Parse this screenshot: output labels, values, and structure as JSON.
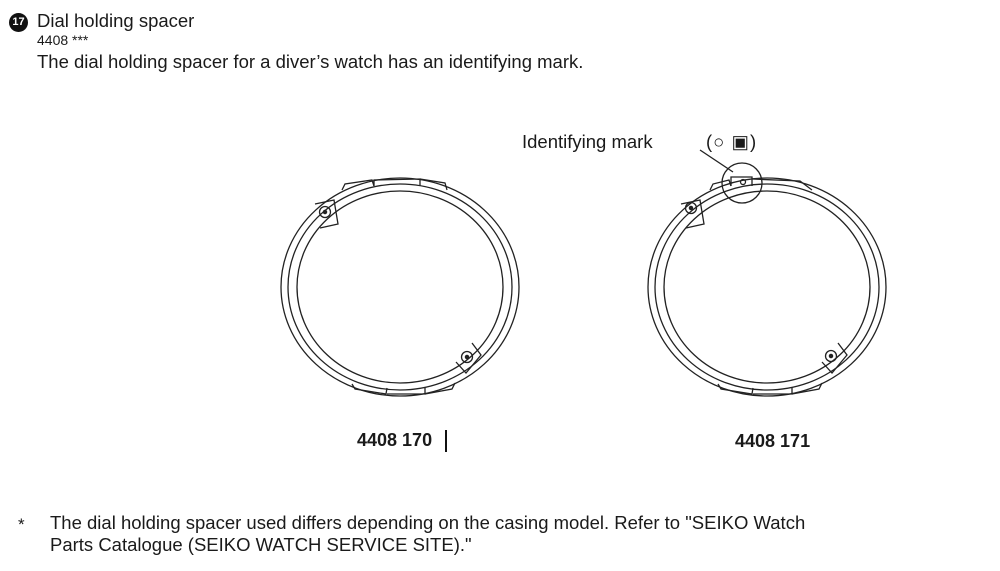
{
  "section": {
    "number": "17",
    "title": "Dial holding spacer",
    "code": "4408 ***",
    "description": "The dial holding spacer for a diver’s watch has an identifying mark."
  },
  "figures": [
    {
      "part_number": "4408 170"
    },
    {
      "part_number": "4408 171"
    }
  ],
  "callout": {
    "label": "Identifying mark",
    "symbols": "(○ ▣)"
  },
  "note": {
    "marker": "*",
    "line1": "The dial holding spacer used differs depending on the casing model.  Refer to \"SEIKO Watch",
    "line2": "Parts Catalogue (SEIKO WATCH SERVICE SITE).\""
  }
}
